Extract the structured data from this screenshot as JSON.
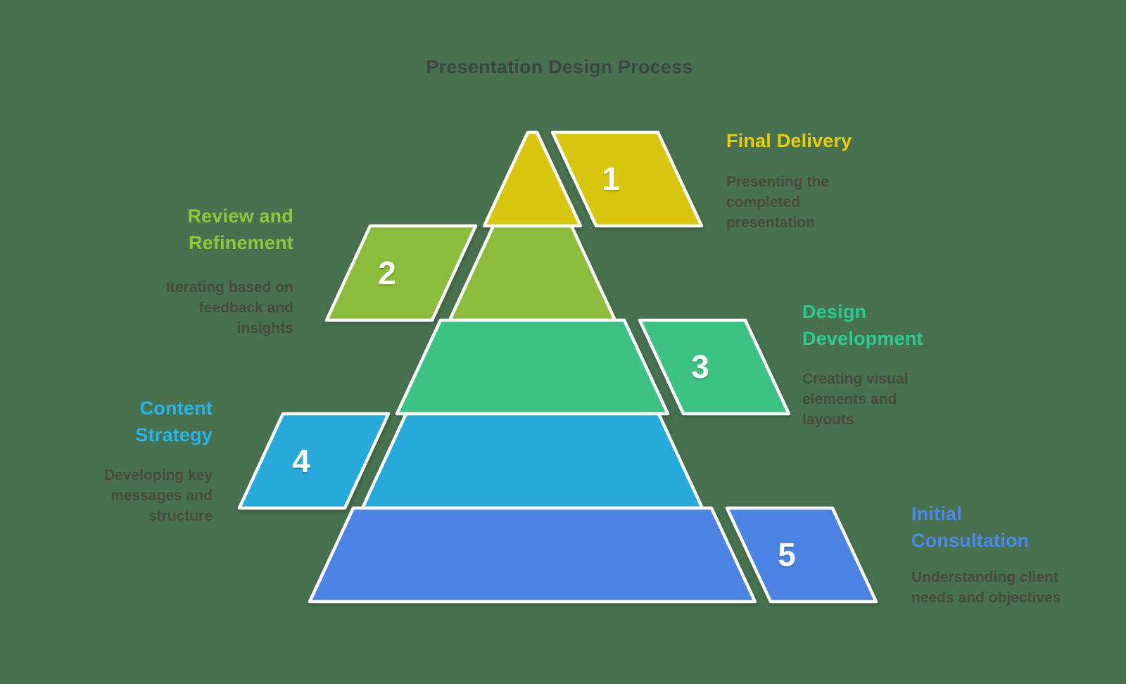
{
  "title": "Presentation Design Process",
  "colors": {
    "background": "#48714f",
    "shape_stroke": "#ffffff",
    "title_text": "#3e4641",
    "body_text": "#474a3c",
    "number_text": "#ffffff"
  },
  "steps": [
    {
      "number": "1",
      "title": "Final Delivery",
      "description": "Presenting the\ncompleted\npresentation",
      "fill": "#d9c70f",
      "label_color": "#e9ce04",
      "side": "right"
    },
    {
      "number": "2",
      "title": "Review and\nRefinement",
      "description": "Iterating based on\nfeedback and\ninsights",
      "fill": "#8cbc3d",
      "label_color": "#8fc73e",
      "side": "left"
    },
    {
      "number": "3",
      "title": "Design\nDevelopment",
      "description": "Creating visual\nelements and\nlayouts",
      "fill": "#3dc283",
      "label_color": "#2eca8d",
      "side": "right"
    },
    {
      "number": "4",
      "title": "Content\nStrategy",
      "description": "Developing key\nmessages and\nstructure",
      "fill": "#27a9da",
      "label_color": "#2ab4ec",
      "side": "left"
    },
    {
      "number": "5",
      "title": "Initial\nConsultation",
      "description": "Understanding client\nneeds and objectives",
      "fill": "#4d84e4",
      "label_color": "#4f87f1",
      "side": "right"
    }
  ]
}
